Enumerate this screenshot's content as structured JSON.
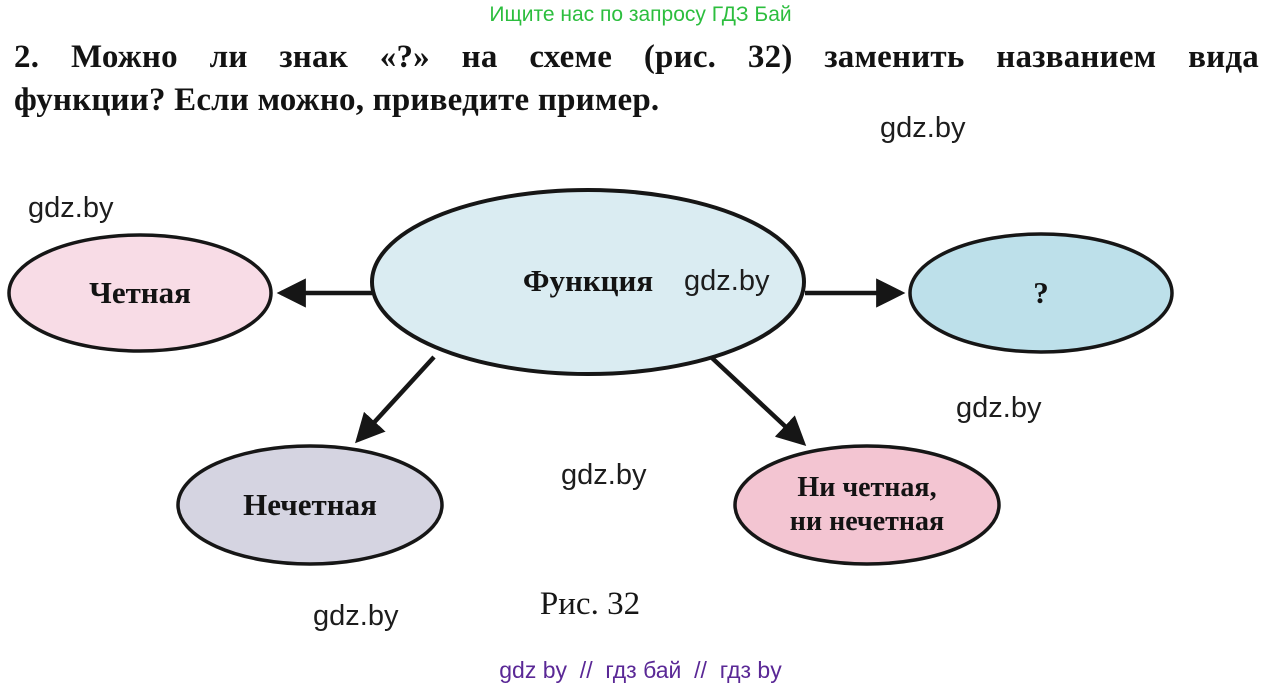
{
  "header": {
    "promo": "Ищите нас по запросу ГДЗ Бай",
    "promo_color": "#2cbe3e"
  },
  "problem": {
    "number": "2.",
    "line1": "Можно ли знак «?» на схеме (рис. 32) заменить названием вида",
    "line2": "функции? Если можно, приведите пример."
  },
  "watermark": "gdz.by",
  "diagram": {
    "stroke_color": "#161616",
    "nodes": {
      "center": {
        "label": "Функция",
        "fill": "#daecf2"
      },
      "left": {
        "label": "Четная",
        "fill": "#f8dce6"
      },
      "right": {
        "label": "?",
        "fill": "#bde0ea"
      },
      "bottom_left": {
        "label": "Нечетная",
        "fill": "#d5d4e1"
      },
      "bottom_right": {
        "label_line1": "Ни четная,",
        "label_line2": "ни нечетная",
        "fill": "#f3c5d2"
      }
    },
    "caption": "Рис. 32"
  },
  "footer": {
    "text": "gdz by  //  гдз бай  //  гдз by",
    "color": "#5a2896"
  }
}
